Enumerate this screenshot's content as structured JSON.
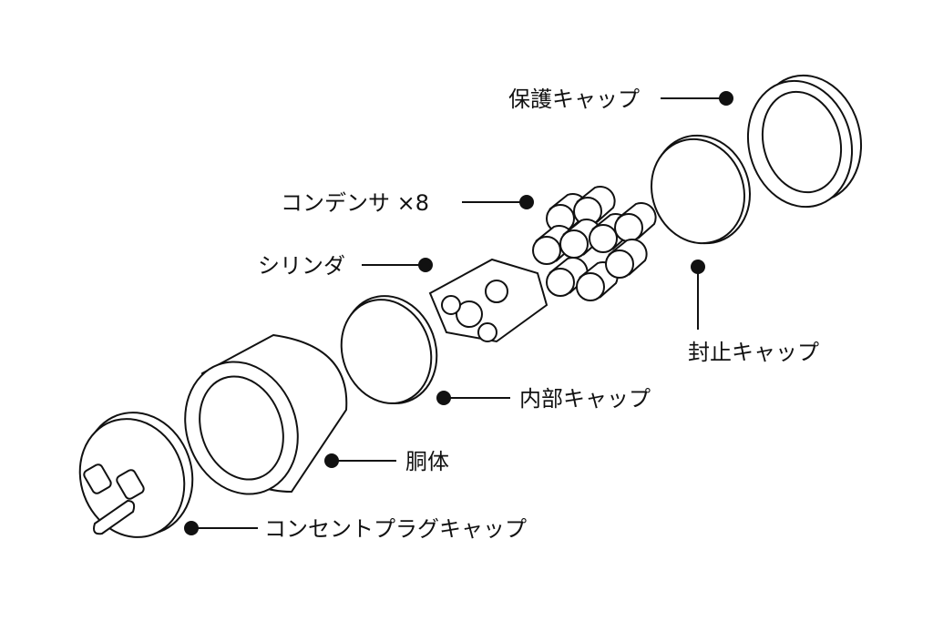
{
  "labels": {
    "protective_cap": "保護キャップ",
    "capacitor": "コンデンサ ×8",
    "cylinder": "シリンダ",
    "sealing_cap": "封止キャップ",
    "inner_cap": "内部キャップ",
    "body": "胴体",
    "plug_cap": "コンセントプラグキャップ"
  }
}
